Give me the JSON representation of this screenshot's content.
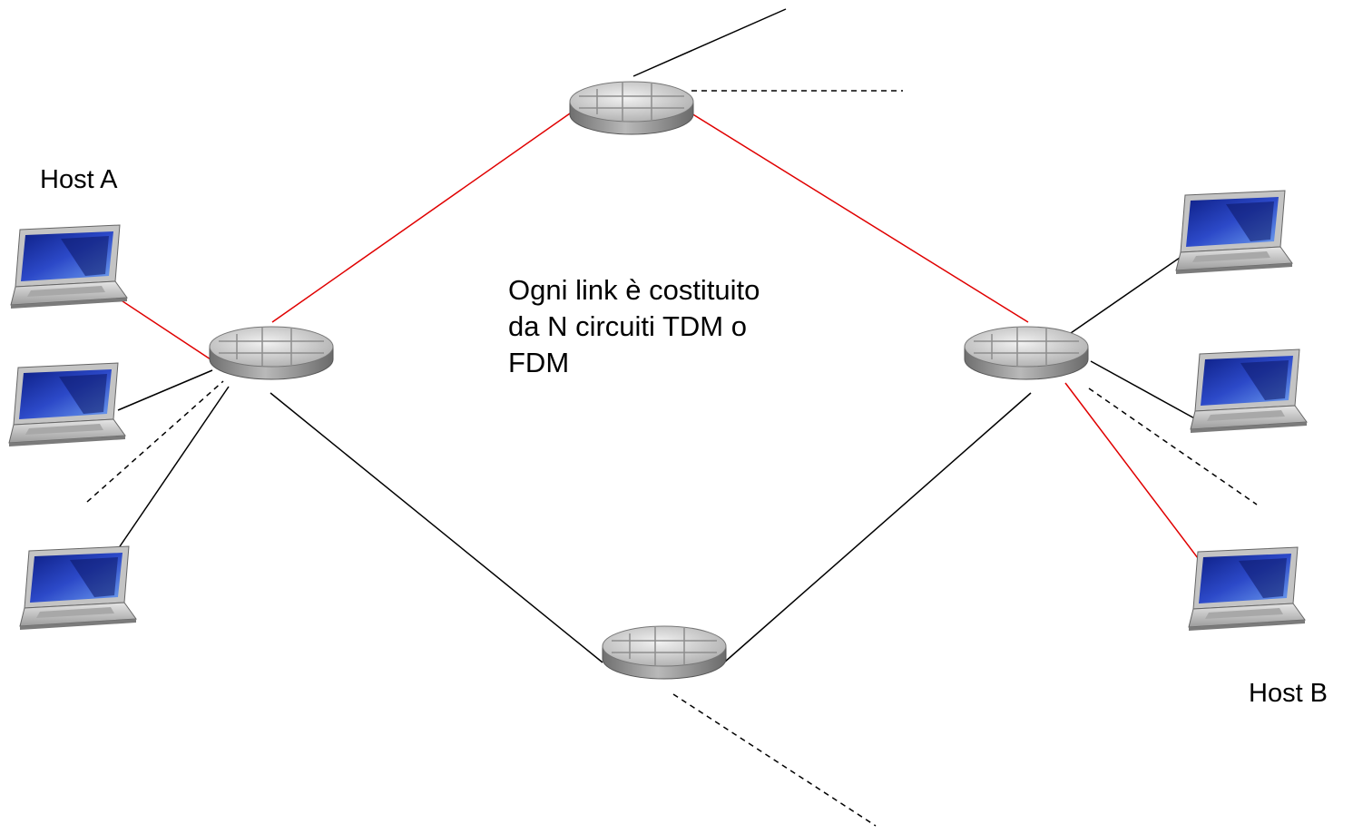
{
  "labels": {
    "host_a": "Host A",
    "host_b": "Host B"
  },
  "note": {
    "line1": "Ogni link è costituito",
    "line2": "da N circuiti TDM o",
    "line3": "FDM"
  },
  "colors": {
    "active_link": "#e00000",
    "link": "#000000",
    "router_body": "#9a9a9a",
    "router_top": "#d8d8d8",
    "screen": "#1a2f9e",
    "laptop_body": "#c9c9c9"
  },
  "icons": {
    "router": "router-icon",
    "laptop": "laptop-icon"
  }
}
